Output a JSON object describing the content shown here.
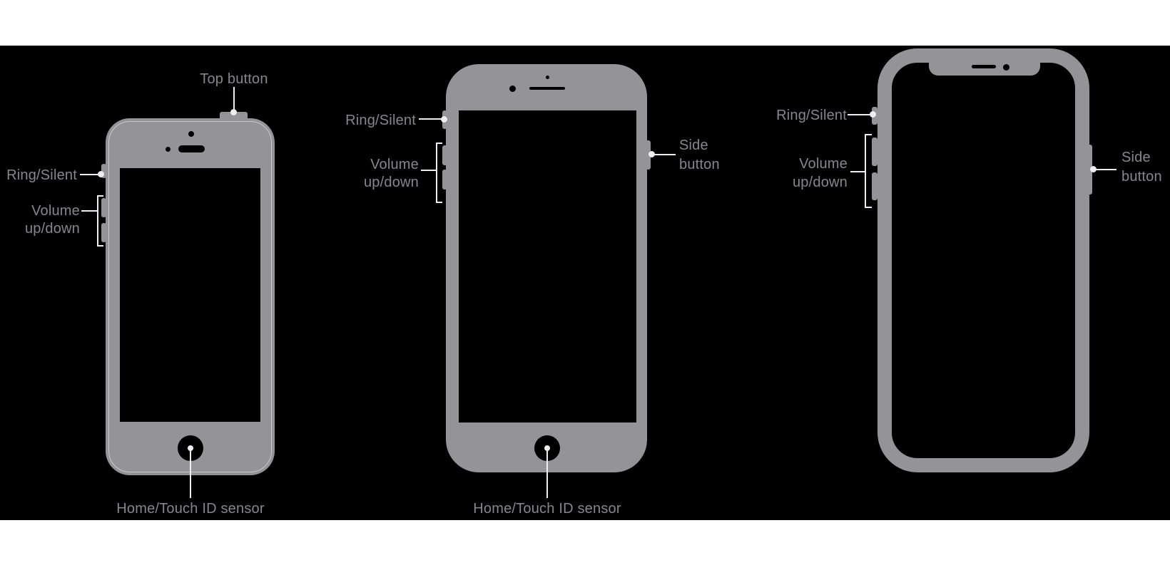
{
  "colors": {
    "background": "#000000",
    "margin_bands": "#ffffff",
    "phone_body": "#939398",
    "phone_outline": "#c7c7cc",
    "label_text": "#86868b",
    "callout": "#eeeef0",
    "screen": "#000000"
  },
  "phone1": {
    "top_button_label": "Top button",
    "ring_silent_label": "Ring/Silent",
    "volume_label_line1": "Volume",
    "volume_label_line2": "up/down",
    "home_label": "Home/Touch ID sensor"
  },
  "phone2": {
    "ring_silent_label": "Ring/Silent",
    "volume_label_line1": "Volume",
    "volume_label_line2": "up/down",
    "side_label_line1": "Side",
    "side_label_line2": "button",
    "home_label": "Home/Touch ID sensor"
  },
  "phone3": {
    "ring_silent_label": "Ring/Silent",
    "volume_label_line1": "Volume",
    "volume_label_line2": "up/down",
    "side_label_line1": "Side",
    "side_label_line2": "button"
  }
}
